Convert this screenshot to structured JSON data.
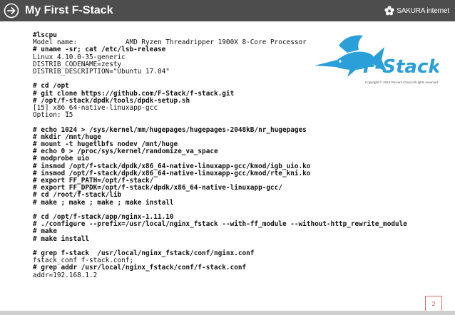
{
  "header": {
    "title": "My First F-Stack",
    "arrow_icon": "arrow-right-circle-icon",
    "brand_text": "SAKURA internet",
    "brand_icon": "sakura-flower-icon",
    "background": "#4d4d4d"
  },
  "logo": {
    "text": "F-Stack",
    "icon": "swordfish-icon",
    "color": "#2a9fd8",
    "copyright": "Copyright © 2018 Tencent Cloud All rights reserved."
  },
  "terminal_lines": [
    {
      "text": "#lscpu",
      "bold": true
    },
    {
      "text": "Model name:            AMD Ryzen Threadripper 1900X 8-Core Processor",
      "bold": false
    },
    {
      "text": "# uname -sr; cat /etc/lsb-release",
      "bold": true
    },
    {
      "text": "Linux 4.10.0-35-generic",
      "bold": false
    },
    {
      "text": "DISTRIB_CODENAME=zesty",
      "bold": false
    },
    {
      "text": "DISTRIB_DESCRIPTION=\"Ubuntu 17.04\"",
      "bold": false
    },
    {
      "text": "",
      "bold": false
    },
    {
      "text": "# cd /opt",
      "bold": true
    },
    {
      "text": "# git clone https://github.com/F-Stack/f-stack.git",
      "bold": true
    },
    {
      "text": "# /opt/f-stack/dpdk/tools/dpdk-setup.sh",
      "bold": true
    },
    {
      "text": "[15] x86_64-native-linuxapp-gcc",
      "bold": false
    },
    {
      "text": "Option: 15",
      "bold": false
    },
    {
      "text": "",
      "bold": false
    },
    {
      "text": "# echo 1024 > /sys/kernel/mm/hugepages/hugepages-2048kB/nr_hugepages",
      "bold": true
    },
    {
      "text": "# mkdir /mnt/huge",
      "bold": true
    },
    {
      "text": "# mount -t hugetlbfs nodev /mnt/huge",
      "bold": true
    },
    {
      "text": "# echo 0 > /proc/sys/kernel/randomize_va_space",
      "bold": true
    },
    {
      "text": "# modprobe uio",
      "bold": true
    },
    {
      "text": "# insmod /opt/f-stack/dpdk/x86_64-native-linuxapp-gcc/kmod/igb_uio.ko",
      "bold": true
    },
    {
      "text": "# insmod /opt/f-stack/dpdk/x86_64-native-linuxapp-gcc/kmod/rte_kni.ko",
      "bold": true
    },
    {
      "text": "# export FF_PATH=/opt/f-stack/",
      "bold": true
    },
    {
      "text": "# export FF_DPDK=/opt/f-stack/dpdk/x86_64-native-linuxapp-gcc/",
      "bold": true
    },
    {
      "text": "# cd /root/f-stack/lib",
      "bold": true
    },
    {
      "text": "# make ; make ; make ; make install",
      "bold": true
    },
    {
      "text": "",
      "bold": false
    },
    {
      "text": "# cd /opt/f-stack/app/nginx-1.11.10",
      "bold": true
    },
    {
      "text": "# ./configure --prefix=/usr/local/nginx_fstack --with-ff_module --without-http_rewrite_module",
      "bold": true
    },
    {
      "text": "# make",
      "bold": true
    },
    {
      "text": "# make install",
      "bold": true
    },
    {
      "text": "",
      "bold": false
    },
    {
      "text": "# grep f-stack  /usr/local/nginx_fstack/conf/nginx.conf",
      "bold": true
    },
    {
      "text": "fstack_conf f-stack.conf;",
      "bold": false
    },
    {
      "text": "# grep addr /usr/local/nginx_fstack/conf/f-stack.conf",
      "bold": true
    },
    {
      "text": "addr=192.168.1.2",
      "bold": false
    }
  ],
  "page_number": "2",
  "accent_color": "#d04a4a"
}
